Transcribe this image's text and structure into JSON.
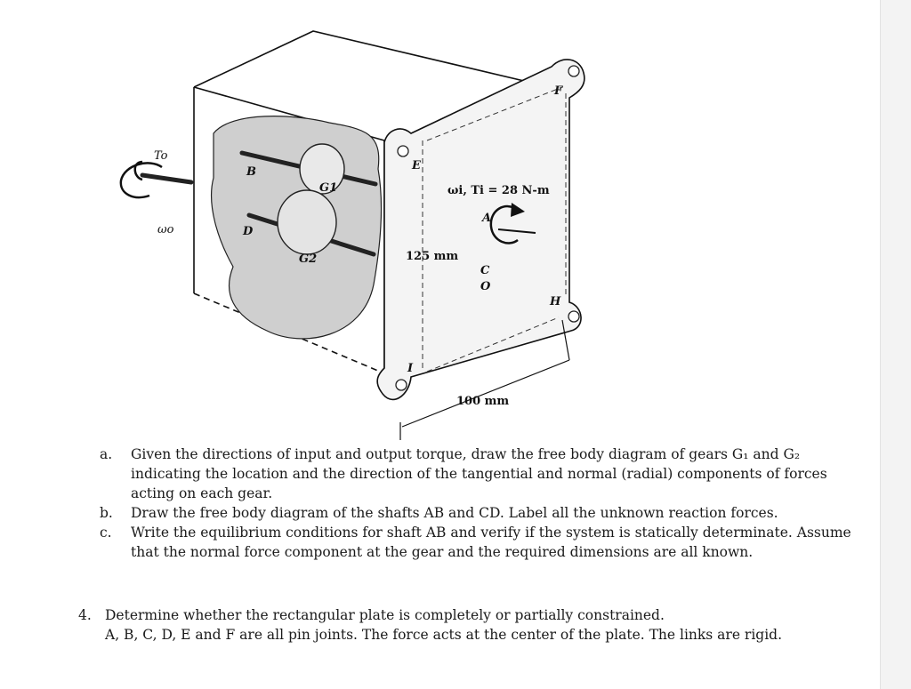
{
  "figure": {
    "labels": {
      "T_o": "To",
      "omega_o": "ωo",
      "B": "B",
      "D": "D",
      "G1": "G1",
      "G2": "G2",
      "E": "E",
      "F": "F",
      "H": "H",
      "A": "A",
      "C": "C",
      "O": "O",
      "I": "I",
      "torque_eq": "ωi, Ti = 28 N-m",
      "dim_125": "125 mm",
      "dim_100": "100 mm"
    }
  },
  "questions": {
    "part_a": {
      "marker": "a.",
      "text": "Given the directions of input and output torque, draw the free body diagram of gears G₁ and G₂ indicating the location and the direction of the tangential and normal (radial) components of forces acting on each gear."
    },
    "part_b": {
      "marker": "b.",
      "text": "Draw the free body diagram of the shafts AB and CD. Label all the unknown reaction forces."
    },
    "part_c": {
      "marker": "c.",
      "text": "Write the equilibrium conditions for shaft AB and verify if the system is statically determinate. Assume that the normal force component at the gear and the required dimensions are all known."
    },
    "q4": {
      "marker": "4.",
      "line1": "Determine whether the rectangular plate is completely or partially constrained.",
      "line2": "A, B, C, D, E and F are all pin joints. The force acts at the center of the plate. The links are rigid."
    }
  }
}
